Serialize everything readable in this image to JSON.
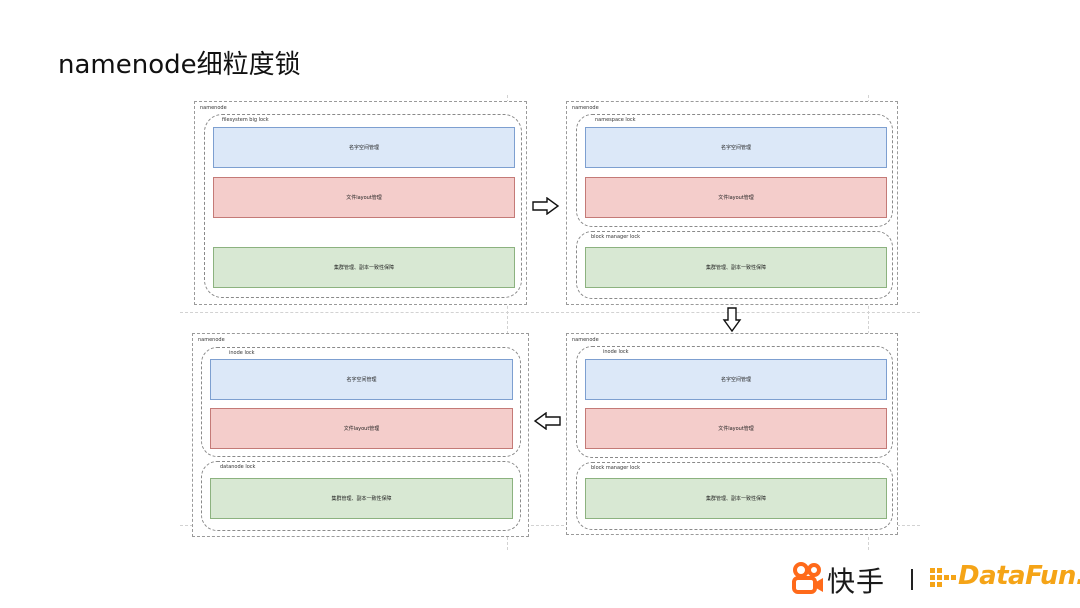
{
  "title": "namenode细粒度锁",
  "panels": {
    "p1": {
      "label": "namenode",
      "lock1": "filesystem big lock",
      "box_blue": "名字空间管理",
      "box_red": "文件layout管理",
      "box_green": "集群管理、副本一致性保障"
    },
    "p2": {
      "label": "namenode",
      "lock1": "namespace lock",
      "lock2": "block manager lock",
      "box_blue": "名字空间管理",
      "box_red": "文件layout管理",
      "box_green": "集群管理、副本一致性保障"
    },
    "p3": {
      "label": "namenode",
      "lock1": "inode lock",
      "lock2": "block manager lock",
      "box_blue": "名字空间管理",
      "box_red": "文件layout管理",
      "box_green": "集群管理、副本一致性保障"
    },
    "p4": {
      "label": "namenode",
      "lock1": "inode lock",
      "lock2": "datanode lock",
      "box_blue": "名字空间管理",
      "box_red": "文件layout管理",
      "box_green": "集群管理、副本一致性保障"
    }
  },
  "footer": {
    "kuaishou": "快手",
    "datafun": "DataFun."
  },
  "colors": {
    "blue_fill": "#dce8f8",
    "red_fill": "#f4cdcb",
    "green_fill": "#d8e8d3",
    "datafun_orange": "#f5a417",
    "kuaishou_orange": "#ff6a1a"
  }
}
